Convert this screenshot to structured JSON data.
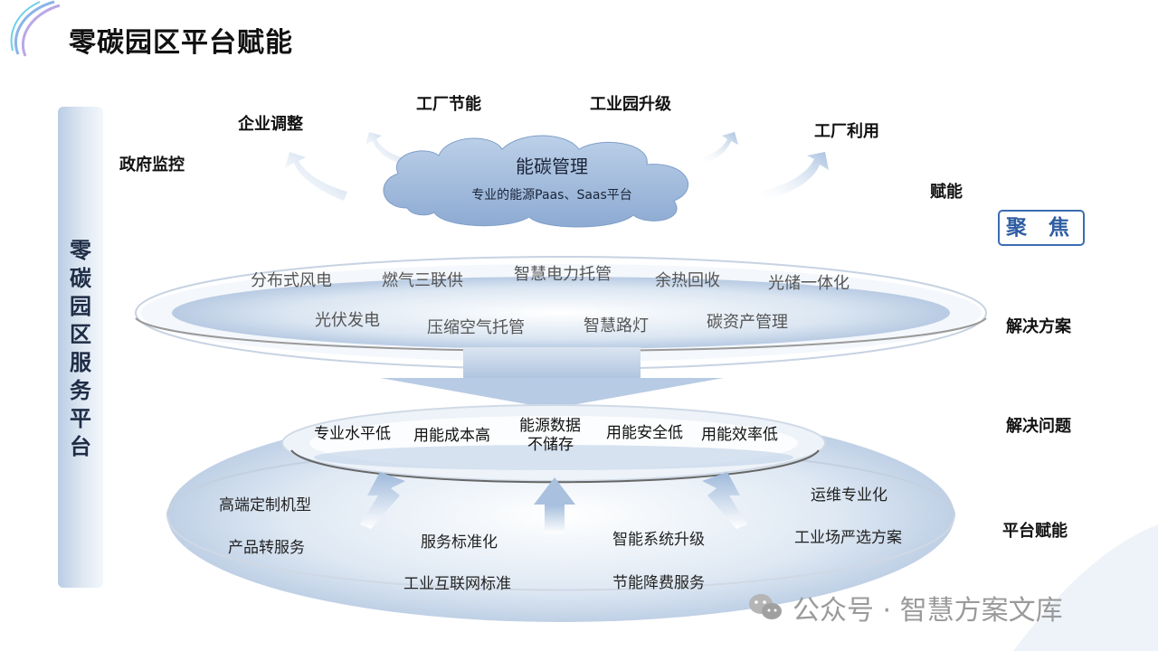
{
  "title": "零碳园区平台赋能",
  "sidebar": {
    "chars": [
      "零",
      "碳",
      "园",
      "区",
      "服",
      "务",
      "平",
      "台"
    ]
  },
  "top_labels": {
    "gov_monitor": "政府监控",
    "enterprise_adjust": "企业调整",
    "factory_saving": "工厂节能",
    "industrial_upgrade": "工业园升级",
    "factory_use": "工厂利用",
    "empower": "赋能"
  },
  "cloud": {
    "title": "能碳管理",
    "subtitle": "专业的能源Paas、Saas平台"
  },
  "focus": "聚 焦",
  "right_labels": {
    "solutions": "解决方案",
    "problems": "解决问题",
    "platform": "平台赋能"
  },
  "solutions_row1": [
    "分布式风电",
    "燃气三联供",
    "智慧电力托管",
    "余热回收",
    "光储一体化"
  ],
  "solutions_row2": [
    "光伏发电",
    "压缩空气托管",
    "智慧路灯",
    "碳资产管理"
  ],
  "problems": [
    "专业水平低",
    "用能成本高",
    "能源数据",
    "不储存",
    "用能安全低",
    "用能效率低"
  ],
  "platform_items": {
    "high_end": "高端定制机型",
    "product_service": "产品转服务",
    "service_std": "服务标准化",
    "internet_std": "工业互联网标准",
    "smart_upgrade": "智能系统升级",
    "saving_service": "节能降费服务",
    "ops_pro": "运维专业化",
    "select_plan": "工业场严选方案"
  },
  "watermark": "公众号 · 智慧方案文库",
  "colors": {
    "accent": "#3b6db1",
    "cloud": "#9fb8d9",
    "disc": "#c9d8ea"
  }
}
